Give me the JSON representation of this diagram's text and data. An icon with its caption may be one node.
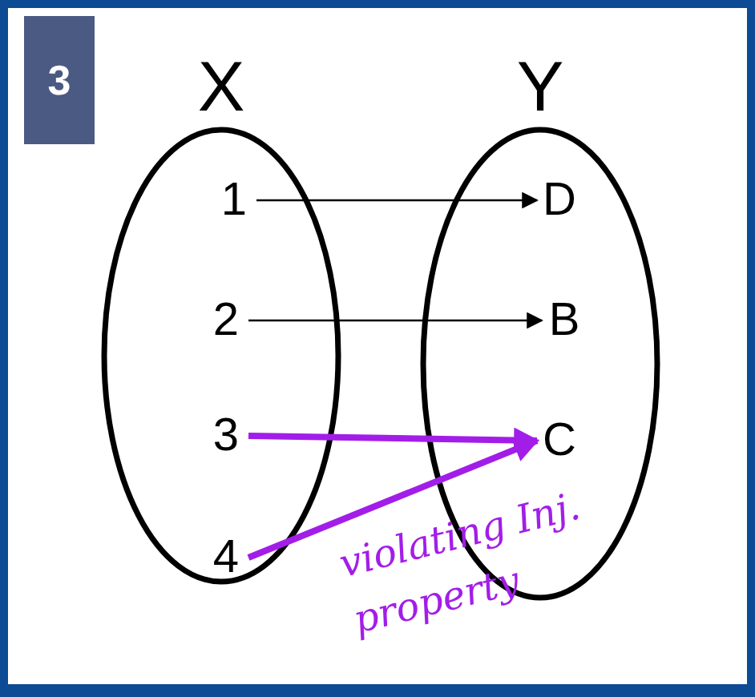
{
  "diagram": {
    "nodes": [
      {
        "text": [
          "X"
        ]
      },
      {
        "text": [
          "Y"
        ]
      },
      {
        "text": [
          "1"
        ],
        "in": 0
      },
      {
        "text": [
          "2"
        ],
        "in": 0
      },
      {
        "text": [
          "3"
        ],
        "in": 0
      },
      {
        "text": [
          "4"
        ],
        "in": 0
      },
      {
        "text": [
          "D"
        ],
        "in": 1
      },
      {
        "text": [
          "B"
        ],
        "in": 1
      },
      {
        "text": [
          "C"
        ],
        "in": 1
      }
    ],
    "edges": [
      {
        "from": 2,
        "to": 6,
        "arrow": "to"
      },
      {
        "from": 3,
        "to": 7,
        "arrow": "to"
      },
      {
        "from": 4,
        "to": 8,
        "arrow": "to",
        "style": "thick",
        "color": "#a21ee8"
      },
      {
        "from": 5,
        "to": 8,
        "arrow": "to",
        "style": "thick",
        "color": "#a21ee8"
      }
    ],
    "labels": [
      "3",
      "violating Inj. property"
    ]
  }
}
